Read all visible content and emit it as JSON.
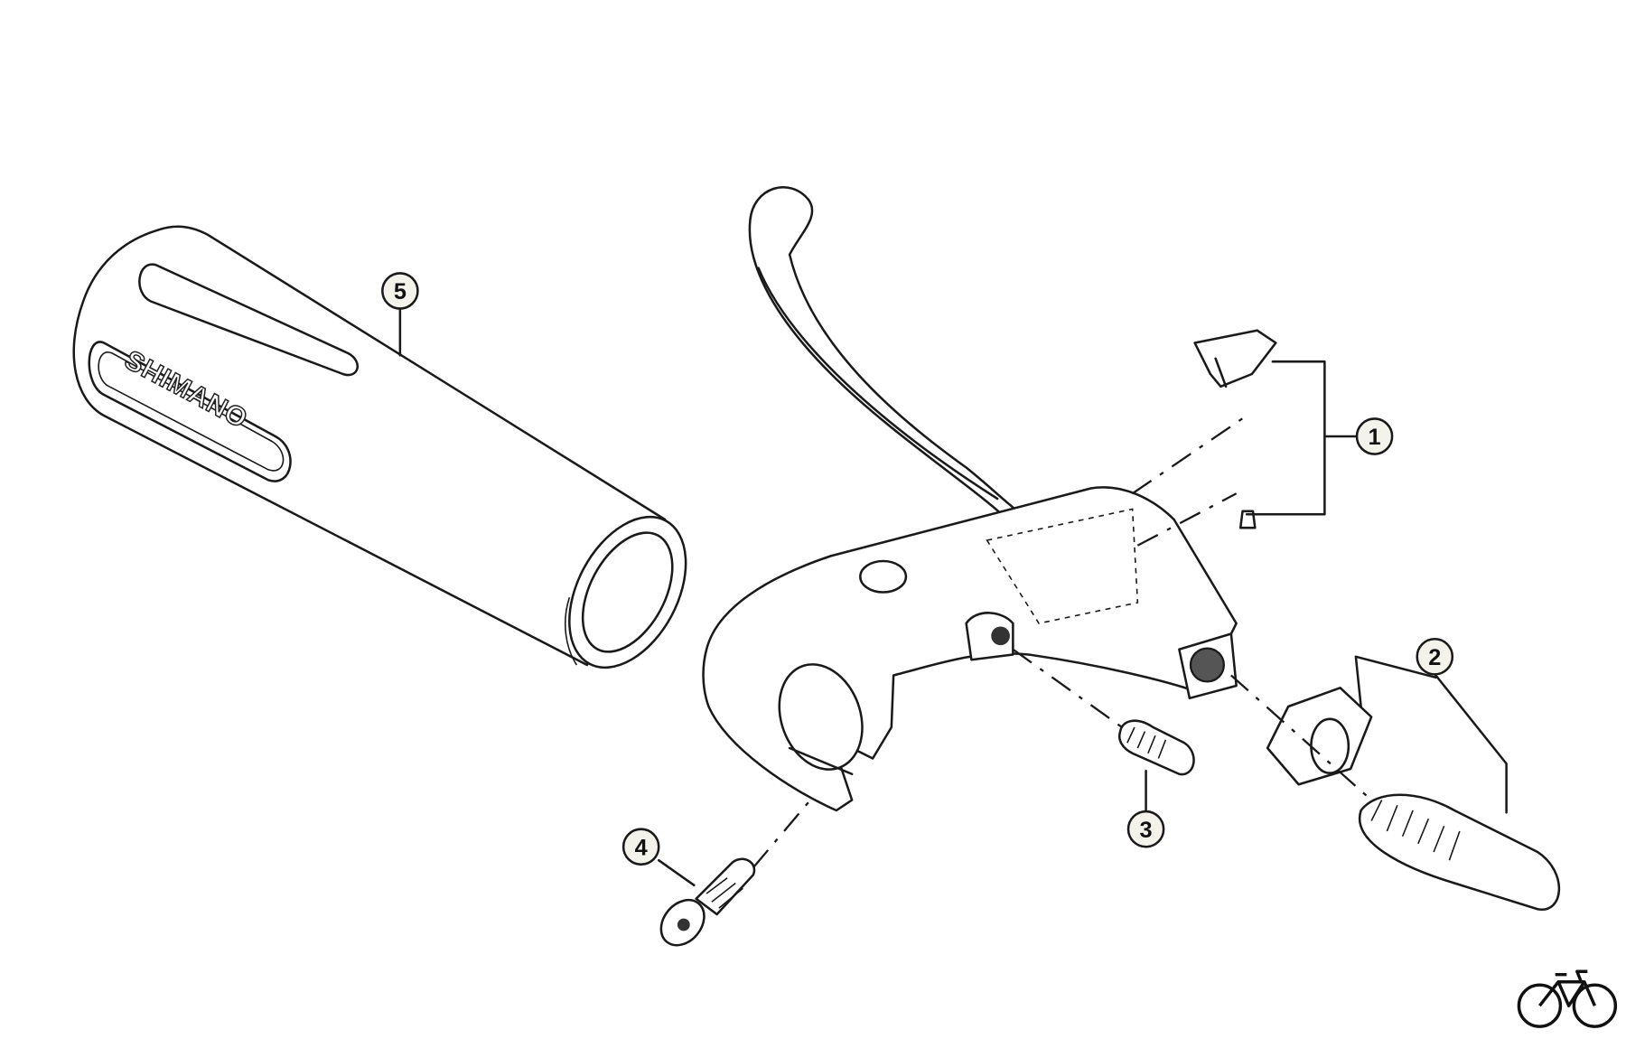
{
  "diagram": {
    "title": "Brake lever exploded parts diagram",
    "callouts": [
      {
        "number": "1",
        "part": "lever-pin-and-screw"
      },
      {
        "number": "2",
        "part": "adjuster-nut-and-barrel"
      },
      {
        "number": "3",
        "part": "set-screw"
      },
      {
        "number": "4",
        "part": "clamp-bolt"
      },
      {
        "number": "5",
        "part": "grip"
      }
    ],
    "grip_brand": "SHIMANO",
    "logo_icon": "bicycle-icon"
  }
}
